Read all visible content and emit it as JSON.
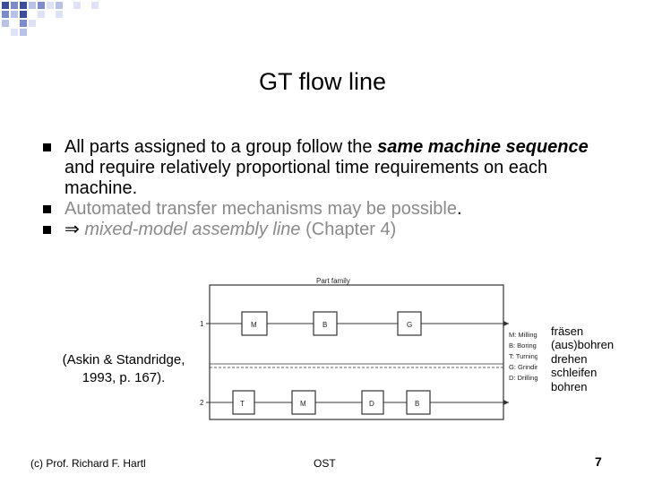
{
  "title": "GT flow line",
  "bullets": [
    {
      "a": "All parts assigned to a group follow the ",
      "b": "same machine sequence",
      "c": " and require relatively proportional time requirements on each machine."
    },
    {
      "a": "Automated transfer mechanisms may be possible",
      "b": "."
    },
    {
      "arrow": "⇒",
      "a": " mixed-model assembly line",
      "b": " (Chapter 4)"
    }
  ],
  "figure": {
    "part_family_label": "Part family",
    "line_numbers": [
      "1",
      "2"
    ],
    "line1_machines": [
      "M",
      "B",
      "G"
    ],
    "line2_machines": [
      "T",
      "M",
      "D",
      "B"
    ],
    "legend": [
      "M: Milling",
      "B: Boring",
      "T: Turning",
      "G: Grinding",
      "D: Drilling"
    ]
  },
  "german_terms": [
    "fräsen",
    "(aus)bohren",
    "drehen",
    "schleifen",
    "bohren"
  ],
  "citation": [
    "(Askin & Standridge,",
    "1993, p. 167)."
  ],
  "footer": {
    "left": "(c) Prof. Richard F. Hartl",
    "center": "OST",
    "page": "7"
  },
  "colors": {
    "accent": "#3a4e9a"
  }
}
